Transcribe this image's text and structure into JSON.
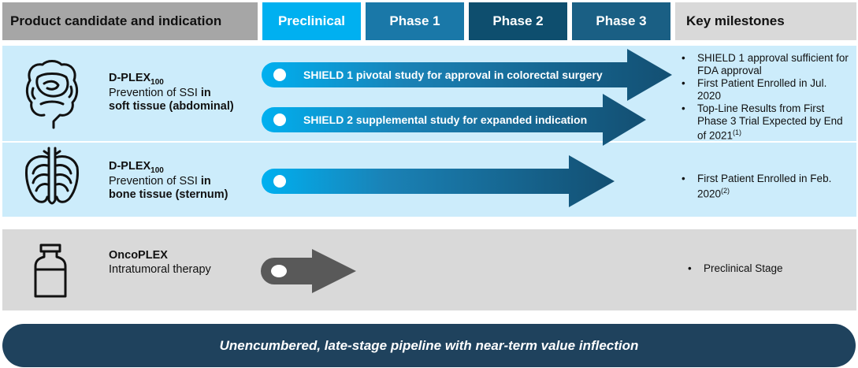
{
  "header": {
    "product_col": "Product candidate and indication",
    "preclinical": "Preclinical",
    "phase1": "Phase 1",
    "phase2": "Phase 2",
    "phase3": "Phase 3",
    "milestones_col": "Key milestones"
  },
  "colors": {
    "header_gray": "#a6a6a6",
    "preclinical": "#00b0f0",
    "phase1": "#1a78a8",
    "phase2": "#0e4e6e",
    "phase3": "#1a5f84",
    "milestones_bg": "#d9d9d9",
    "band_light_blue": "#ccecfb",
    "band_gray": "#d9d9d9",
    "footer": "#1f425d"
  },
  "rows": [
    {
      "title": "D-PLEX",
      "title_sub": "100",
      "desc_line1": "Prevention of SSI ",
      "desc_line1_bold": "in",
      "desc_line2_bold": "soft tissue (abdominal)",
      "icon": "intestine-icon",
      "studies": [
        {
          "label": "SHIELD 1 pivotal study for approval in colorectal surgery",
          "progress": "phase3"
        },
        {
          "label": "SHIELD 2 supplemental study for expanded indication",
          "progress": "phase3"
        }
      ],
      "milestones": [
        {
          "text": "SHIELD 1 approval sufficient for FDA approval",
          "sup": ""
        },
        {
          "text": "First Patient Enrolled in Jul. 2020",
          "sup": ""
        },
        {
          "text": "Top-Line Results from First Phase 3 Trial Expected by End of 2021",
          "sup": "(1)"
        }
      ]
    },
    {
      "title": "D-PLEX",
      "title_sub": "100",
      "desc_line1": "Prevention of SSI ",
      "desc_line1_bold": "in",
      "desc_line2_bold": "bone tissue (sternum)",
      "icon": "ribcage-icon",
      "studies": [
        {
          "label": "",
          "progress": "phase3"
        }
      ],
      "milestones": [
        {
          "text": "First Patient Enrolled in Feb. 2020",
          "sup": "(2)"
        }
      ]
    },
    {
      "title": "OncoPLEX",
      "desc": "Intratumoral therapy",
      "icon": "vial-icon",
      "studies": [
        {
          "label": "",
          "progress": "preclinical"
        }
      ],
      "milestones": [
        {
          "text": "Preclinical Stage",
          "sup": ""
        }
      ]
    }
  ],
  "footer": "Unencumbered, late-stage pipeline with near-term value inflection"
}
